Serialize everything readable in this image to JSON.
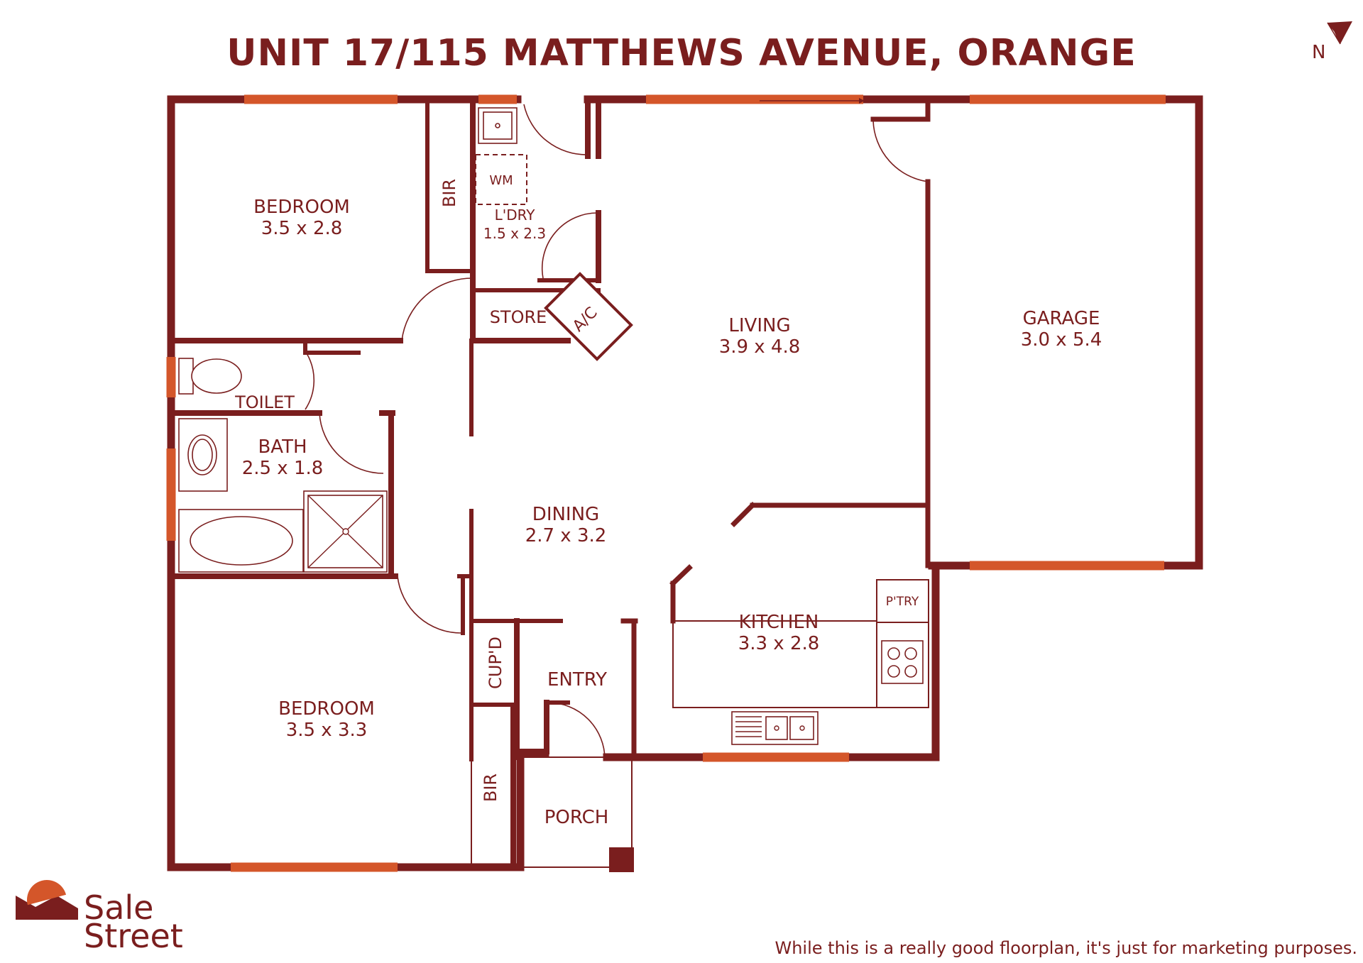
{
  "title": "UNIT 17/115 MATTHEWS AVENUE, ORANGE",
  "north_label": "N",
  "brand": {
    "line1": "Sale",
    "line2": "Street"
  },
  "disclaimer": "While this is a really good floorplan, it's just for marketing purposes.",
  "colors": {
    "wall": "#7a1e1e",
    "window": "#d4562a"
  },
  "icons": [
    "north-arrow-icon",
    "sale-street-logo-icon",
    "toilet-icon",
    "basin-icon",
    "bathtub-icon",
    "shower-icon",
    "trough-icon",
    "cooktop-icon",
    "sink-icon"
  ],
  "rooms": {
    "bedroom1": {
      "name": "BEDROOM",
      "size": "3.5 x 2.8"
    },
    "bir1": {
      "name": "BIR"
    },
    "wm": {
      "name": "WM"
    },
    "laundry": {
      "name": "L'DRY",
      "size": "1.5 x 2.3"
    },
    "store": {
      "name": "STORE"
    },
    "ac": {
      "name": "A/C"
    },
    "living": {
      "name": "LIVING",
      "size": "3.9 x 4.8"
    },
    "garage": {
      "name": "GARAGE",
      "size": "3.0 x 5.4"
    },
    "toilet": {
      "name": "TOILET"
    },
    "bath": {
      "name": "BATH",
      "size": "2.5 x 1.8"
    },
    "dining": {
      "name": "DINING",
      "size": "2.7 x 3.2"
    },
    "pantry": {
      "name": "P'TRY"
    },
    "kitchen": {
      "name": "KITCHEN",
      "size": "3.3 x 2.8"
    },
    "cupd": {
      "name": "CUP'D"
    },
    "entry": {
      "name": "ENTRY"
    },
    "bedroom2": {
      "name": "BEDROOM",
      "size": "3.5 x 3.3"
    },
    "bir2": {
      "name": "BIR"
    },
    "porch": {
      "name": "PORCH"
    }
  }
}
